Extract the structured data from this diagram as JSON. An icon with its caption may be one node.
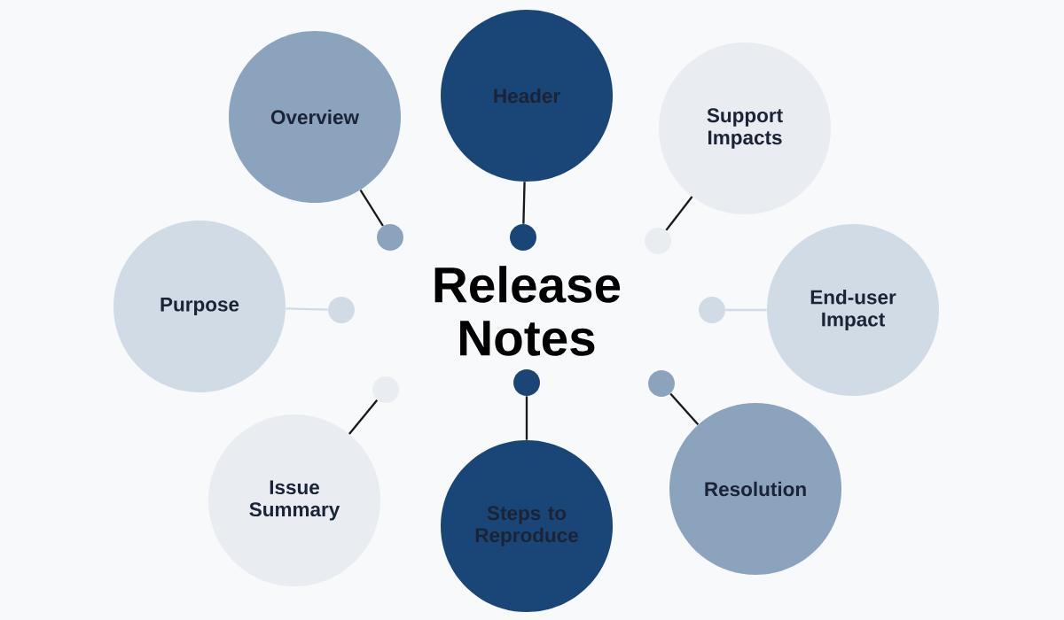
{
  "diagram": {
    "title": "Release Notes",
    "nodes": [
      {
        "text": [
          "Overview"
        ]
      },
      {
        "text": [
          "Header"
        ]
      },
      {
        "text": [
          "Support Impacts"
        ]
      },
      {
        "text": [
          "Purpose"
        ]
      },
      {
        "text": [
          "End-user Impact"
        ]
      },
      {
        "text": [
          "Issue Summary"
        ]
      },
      {
        "text": [
          "Steps to Reproduce"
        ]
      },
      {
        "text": [
          "Resolution"
        ]
      },
      {
        "text": [],
        "shape": "circle"
      },
      {
        "text": [],
        "shape": "circle"
      },
      {
        "text": [],
        "shape": "circle"
      },
      {
        "text": [],
        "shape": "circle"
      },
      {
        "text": [],
        "shape": "circle"
      },
      {
        "text": [],
        "shape": "circle"
      },
      {
        "text": [],
        "shape": "circle"
      },
      {
        "text": [],
        "shape": "circle"
      }
    ],
    "edges": [
      {
        "from": 0,
        "to": 8,
        "arrow": "none"
      },
      {
        "from": 1,
        "to": 9,
        "arrow": "none"
      },
      {
        "from": 2,
        "to": 10,
        "arrow": "none"
      },
      {
        "from": 3,
        "to": 11,
        "arrow": "none",
        "color": "#d0dbe6"
      },
      {
        "from": 4,
        "to": 12,
        "arrow": "none",
        "color": "#d0dbe6"
      },
      {
        "from": 5,
        "to": 13,
        "arrow": "none"
      },
      {
        "from": 6,
        "to": 14,
        "arrow": "none"
      },
      {
        "from": 7,
        "to": 15,
        "arrow": "none"
      }
    ]
  }
}
